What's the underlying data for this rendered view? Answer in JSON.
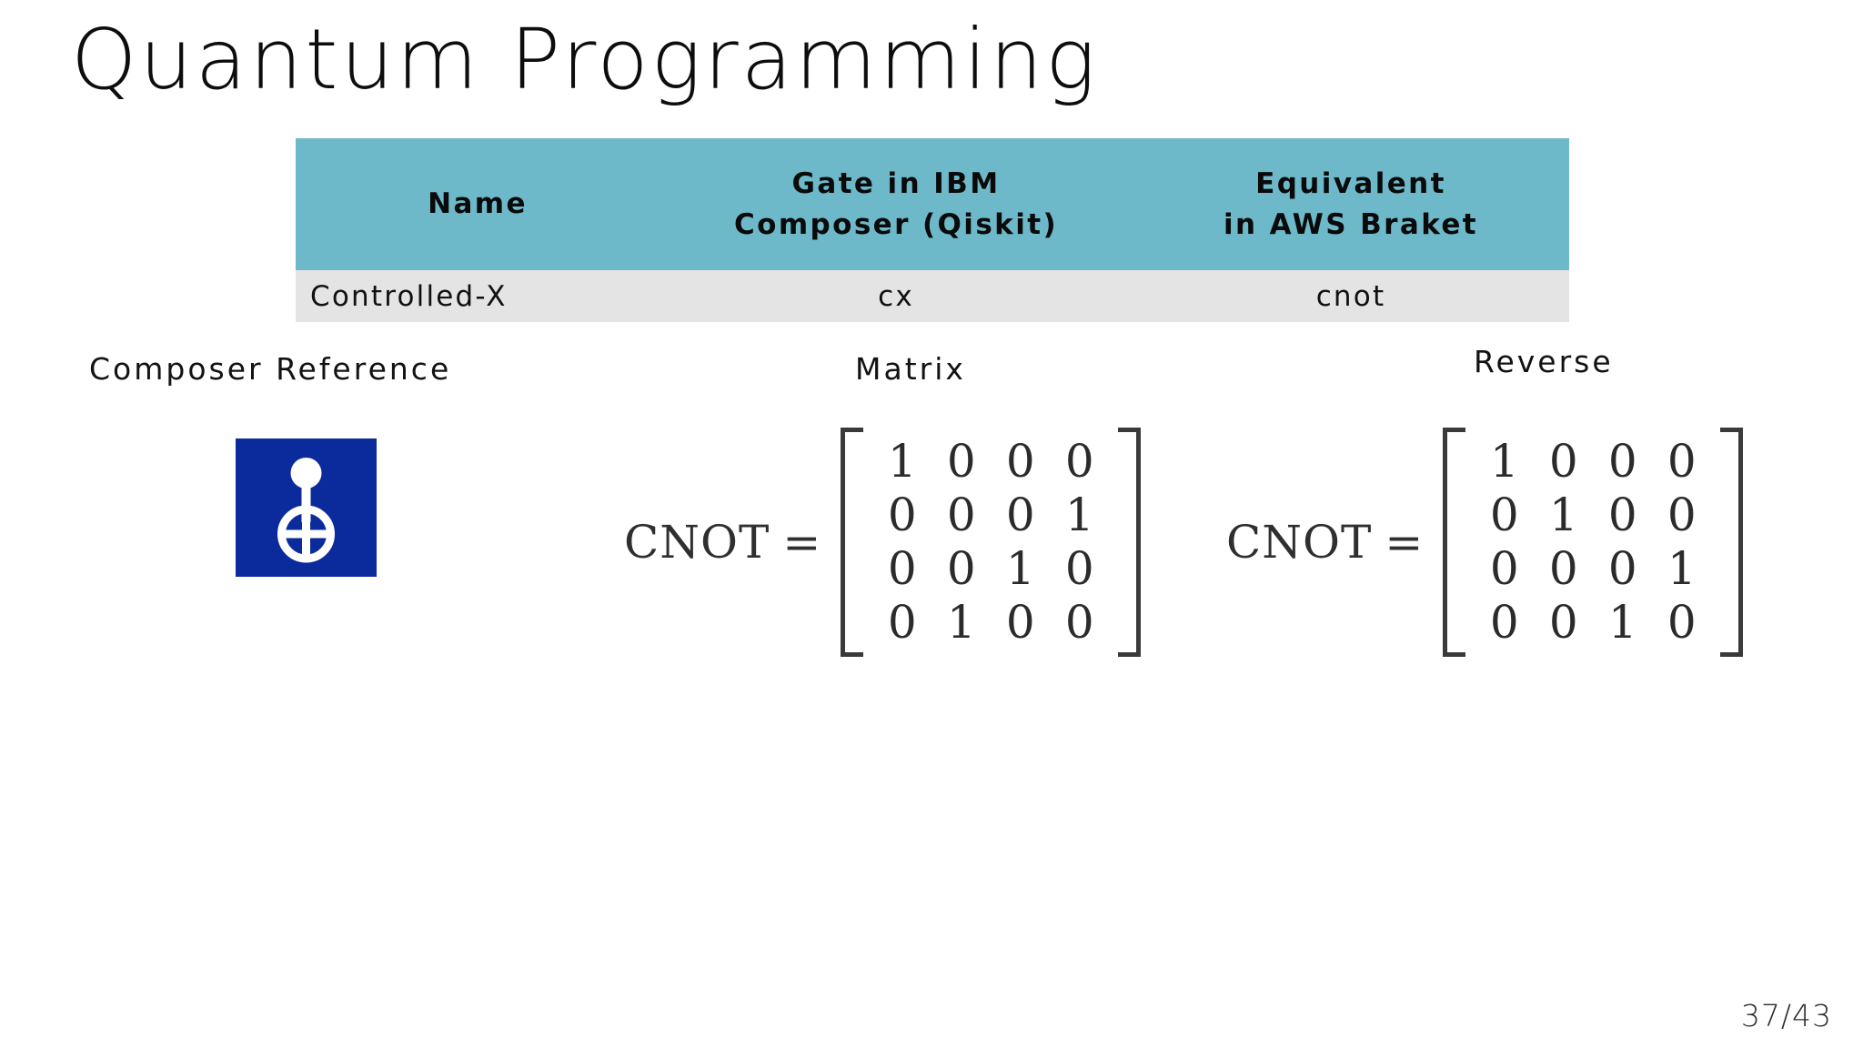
{
  "slide": {
    "title": "Quantum Programming",
    "page_number": "37/43",
    "accent_teal": "#6db9c9",
    "row_gray": "#e4e4e4",
    "gate_icon_blue": "#0b2b9c"
  },
  "table": {
    "headers": {
      "name": "Name",
      "gate_line1": "Gate in IBM",
      "gate_line2": "Composer (Qiskit)",
      "equiv_line1": "Equivalent",
      "equiv_line2": "in AWS Braket"
    },
    "rows": [
      {
        "name": "Controlled-X",
        "gate": "cx",
        "equivalent": "cnot"
      }
    ]
  },
  "captions": {
    "composer_reference": "Composer Reference",
    "matrix": "Matrix",
    "reverse": "Reverse"
  },
  "gate_icon": {
    "semantic": "cnot-gate-icon",
    "description": "control dot with vertical line to circled-plus target"
  },
  "matrices": [
    {
      "id": "forward",
      "label": "CNOT",
      "equals": "=",
      "rows": [
        [
          1,
          0,
          0,
          0
        ],
        [
          0,
          0,
          0,
          1
        ],
        [
          0,
          0,
          1,
          0
        ],
        [
          0,
          1,
          0,
          0
        ]
      ]
    },
    {
      "id": "reverse",
      "label": "CNOT",
      "equals": "=",
      "rows": [
        [
          1,
          0,
          0,
          0
        ],
        [
          0,
          1,
          0,
          0
        ],
        [
          0,
          0,
          0,
          1
        ],
        [
          0,
          0,
          1,
          0
        ]
      ]
    }
  ]
}
